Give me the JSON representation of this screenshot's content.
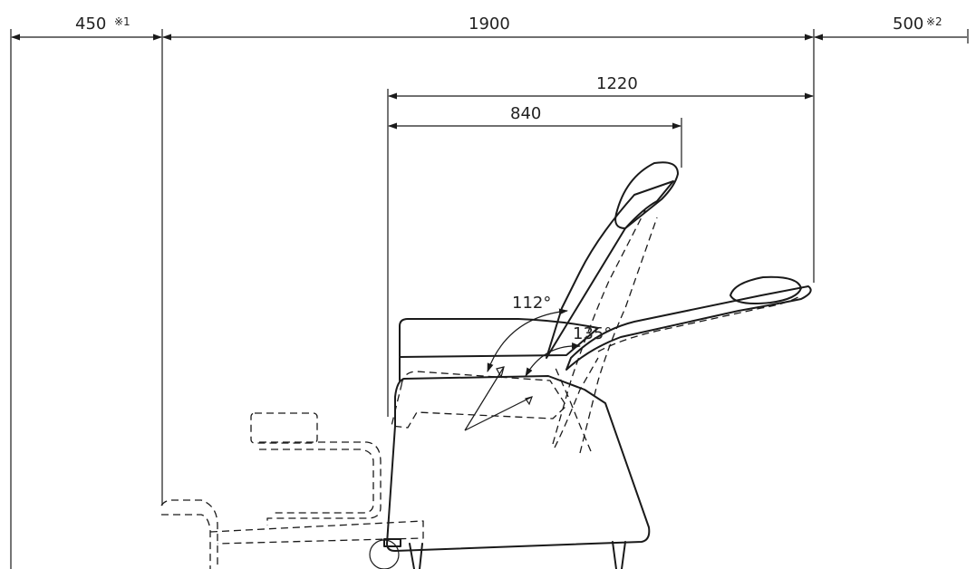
{
  "dimensions": {
    "left_extension": "450",
    "left_note": "※1",
    "overall_length": "1900",
    "right_extension": "500",
    "right_note": "※2",
    "seat_to_footrest": "1220",
    "seat_to_headrest": "840"
  },
  "angles": {
    "backrest_recline": "112°",
    "legrest_recline": "135°"
  }
}
